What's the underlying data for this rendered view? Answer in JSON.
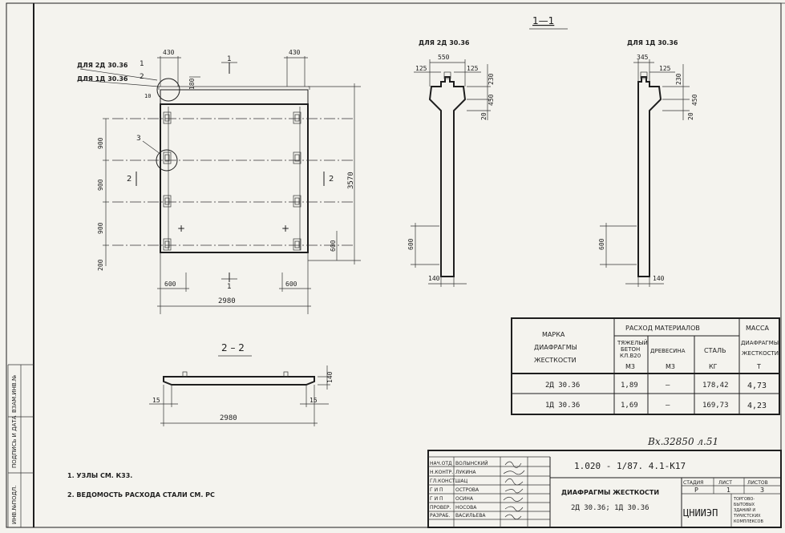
{
  "elevation": {
    "top_dims": [
      "430",
      "430"
    ],
    "callouts": {
      "for_2d": "ДЛЯ 2Д 30.36",
      "for_1d": "ДЛЯ 1Д 30.36",
      "n1": "1",
      "n2": "2",
      "n3": "3"
    },
    "section_marks": {
      "s1": "1",
      "s2": "2"
    },
    "dims_left": [
      "180",
      "10",
      "900",
      "900",
      "900",
      "200"
    ],
    "dims_right": [
      "3570",
      "600"
    ],
    "bottom_dims": [
      "600",
      "600",
      "2980"
    ],
    "plus": "+"
  },
  "section11": {
    "title": "1—1",
    "left": {
      "label": "ДЛЯ 2Д 30.36",
      "dims": [
        "550",
        "125",
        "125",
        "230",
        "450",
        "20",
        "600",
        "140"
      ]
    },
    "right": {
      "label": "ДЛЯ 1Д 30.36",
      "dims": [
        "345",
        "125",
        "230",
        "450",
        "20",
        "600",
        "140"
      ]
    }
  },
  "section22": {
    "title": "2 – 2",
    "dims": [
      "15",
      "15",
      "2980",
      "140"
    ]
  },
  "table": {
    "h_mark": [
      "МАРКА",
      "ДИАФРАГМЫ",
      "ЖЕСТКОСТИ"
    ],
    "h_consumption": "РАСХОД  МАТЕРИАЛОВ",
    "h_mass": "МАССА",
    "h_concrete": [
      "ТЯЖЕЛЫЙ",
      "БЕТОН",
      "КЛ.В20",
      "М3"
    ],
    "h_wood": [
      "ДРЕВЕСИНА",
      "М3"
    ],
    "h_steel": [
      "СТАЛЬ",
      "КГ"
    ],
    "h_mass_sub": [
      "ДИАФРАГМЫ",
      "ЖЕСТКОСТИ",
      "Т"
    ],
    "rows": [
      {
        "mark": "2Д 30.36",
        "concrete": "1,89",
        "wood": "—",
        "steel": "178,42",
        "mass": "4,73"
      },
      {
        "mark": "1Д 30.36",
        "concrete": "1,69",
        "wood": "—",
        "steel": "169,73",
        "mass": "4,23"
      }
    ]
  },
  "ref_number": "Вх.32850 л.51",
  "notes": [
    "1. УЗЛЫ СМ. К33.",
    "2. ВЕДОМОСТЬ РАСХОДА СТАЛИ СМ. РС"
  ],
  "stamp": {
    "doc_code": "1.020 - 1/87. 4.1-К17",
    "title_line1": "ДИАФРАГМЫ ЖЕСТКОСТИ",
    "title_line2": "2Д 30.36; 1Д 30.36",
    "roles": [
      {
        "role": "НАЧ.ОТД",
        "name": "ВОЛЫНСКИЙ"
      },
      {
        "role": "Н.КОНТР.",
        "name": "ЛУКИНА"
      },
      {
        "role": "ГЛ.КОНСТ.",
        "name": "ШАЦ"
      },
      {
        "role": "Г И П",
        "name": "ОСТРОВА"
      },
      {
        "role": "Г И П",
        "name": "ОСИНА"
      },
      {
        "role": "ПРОВЕР.",
        "name": "НОСОВА"
      },
      {
        "role": "РАЗРАБ.",
        "name": "ВАСИЛЬЕВА"
      }
    ],
    "stage_h": "СТАДИЯ",
    "sheet_h": "ЛИСТ",
    "sheets_h": "ЛИСТОВ",
    "stage": "Р",
    "sheet": "1",
    "sheets": "3",
    "org": "ЦНИИЭП",
    "org_small": [
      "ТОРГОВО-",
      "БЫТОВЫХ",
      "ЗДАНИЙ И",
      "ТУРИСТСКИХ",
      "КОМПЛЕКСОВ"
    ]
  },
  "side_labels": [
    "ИНВ.№ПОДЛ.",
    "ПОДПИСЬ И ДАТА",
    "ВЗАМ.ИНВ.№"
  ]
}
